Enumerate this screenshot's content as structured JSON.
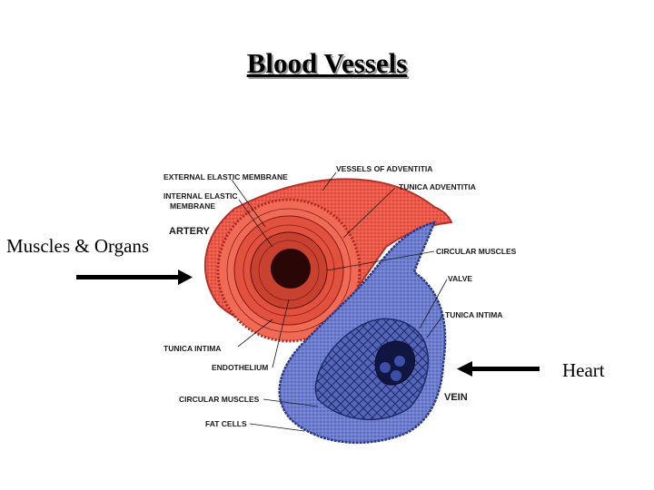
{
  "title": "Blood Vessels",
  "left_caption": "Muscles & Organs",
  "right_caption": "Heart",
  "colors": {
    "artery": "#ee5a48",
    "vein": "#6f7fd0",
    "ink": "#1a1a1a"
  },
  "labels": {
    "external_elastic_membrane": "EXTERNAL ELASTIC MEMBRANE",
    "internal_elastic_1": "INTERNAL ELASTIC",
    "internal_elastic_2": "MEMBRANE",
    "artery": "ARTERY",
    "vessels_of_adventitia": "VESSELS OF ADVENTITIA",
    "tunica_adventitia": "TUNICA ADVENTITIA",
    "circular_muscles_right": "CIRCULAR MUSCLES",
    "valve": "VALVE",
    "tunica_intima_right": "TUNICA INTIMA",
    "tunica_intima_left": "TUNICA INTIMA",
    "endothelium": "ENDOTHELIUM",
    "circular_muscles_left": "CIRCULAR MUSCLES",
    "fat_cells": "FAT CELLS",
    "vein": "VEIN"
  }
}
